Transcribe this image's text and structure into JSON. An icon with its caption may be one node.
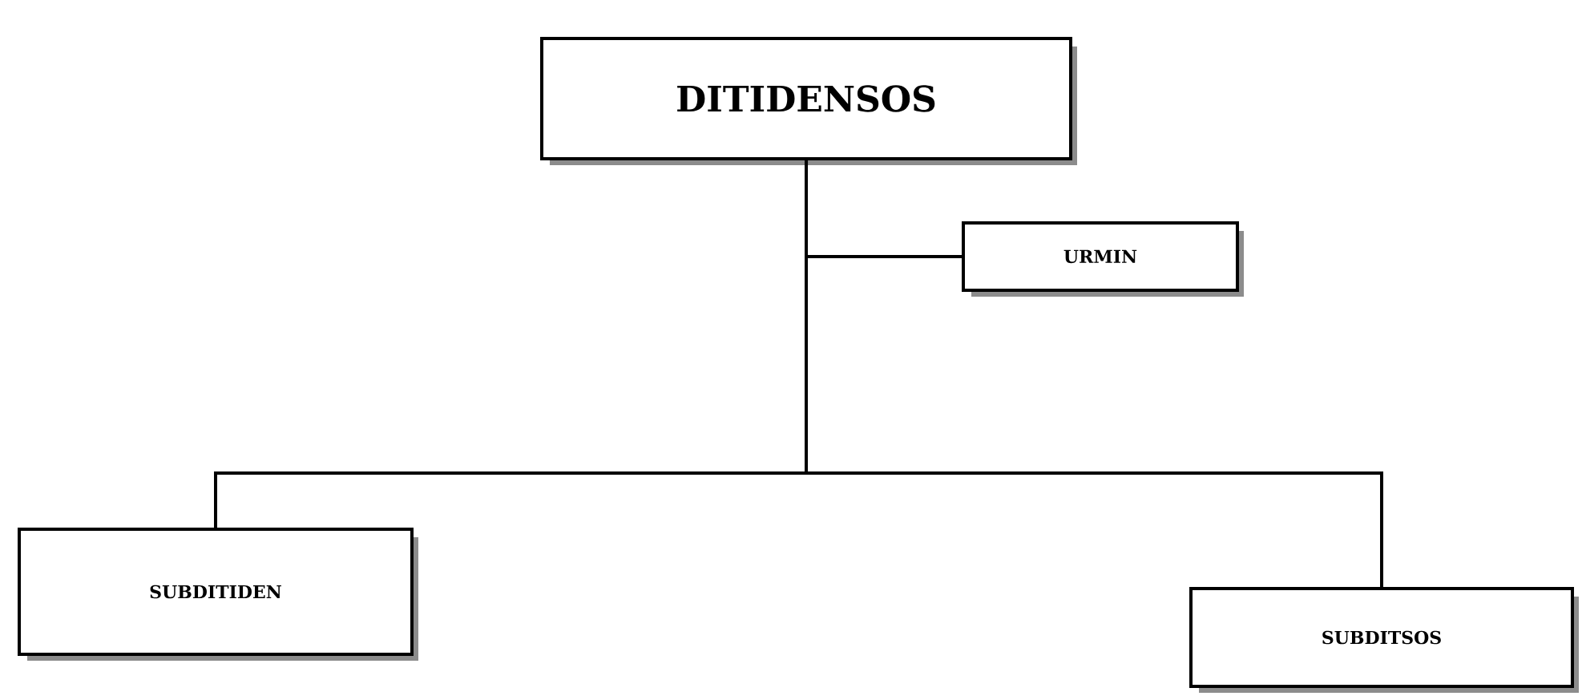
{
  "diagram": {
    "nodes": [
      {
        "text": [
          "DITIDENSOS"
        ]
      },
      {
        "text": [
          "URMIN"
        ]
      },
      {
        "text": [
          "SUBDITIDEN"
        ]
      },
      {
        "text": [
          "SUBDITSOS"
        ]
      }
    ],
    "edges": [
      {
        "from": 0,
        "to": 1,
        "arrow": "none"
      },
      {
        "from": 0,
        "to": 2,
        "arrow": "none"
      },
      {
        "from": 0,
        "to": 3,
        "arrow": "none"
      }
    ]
  }
}
